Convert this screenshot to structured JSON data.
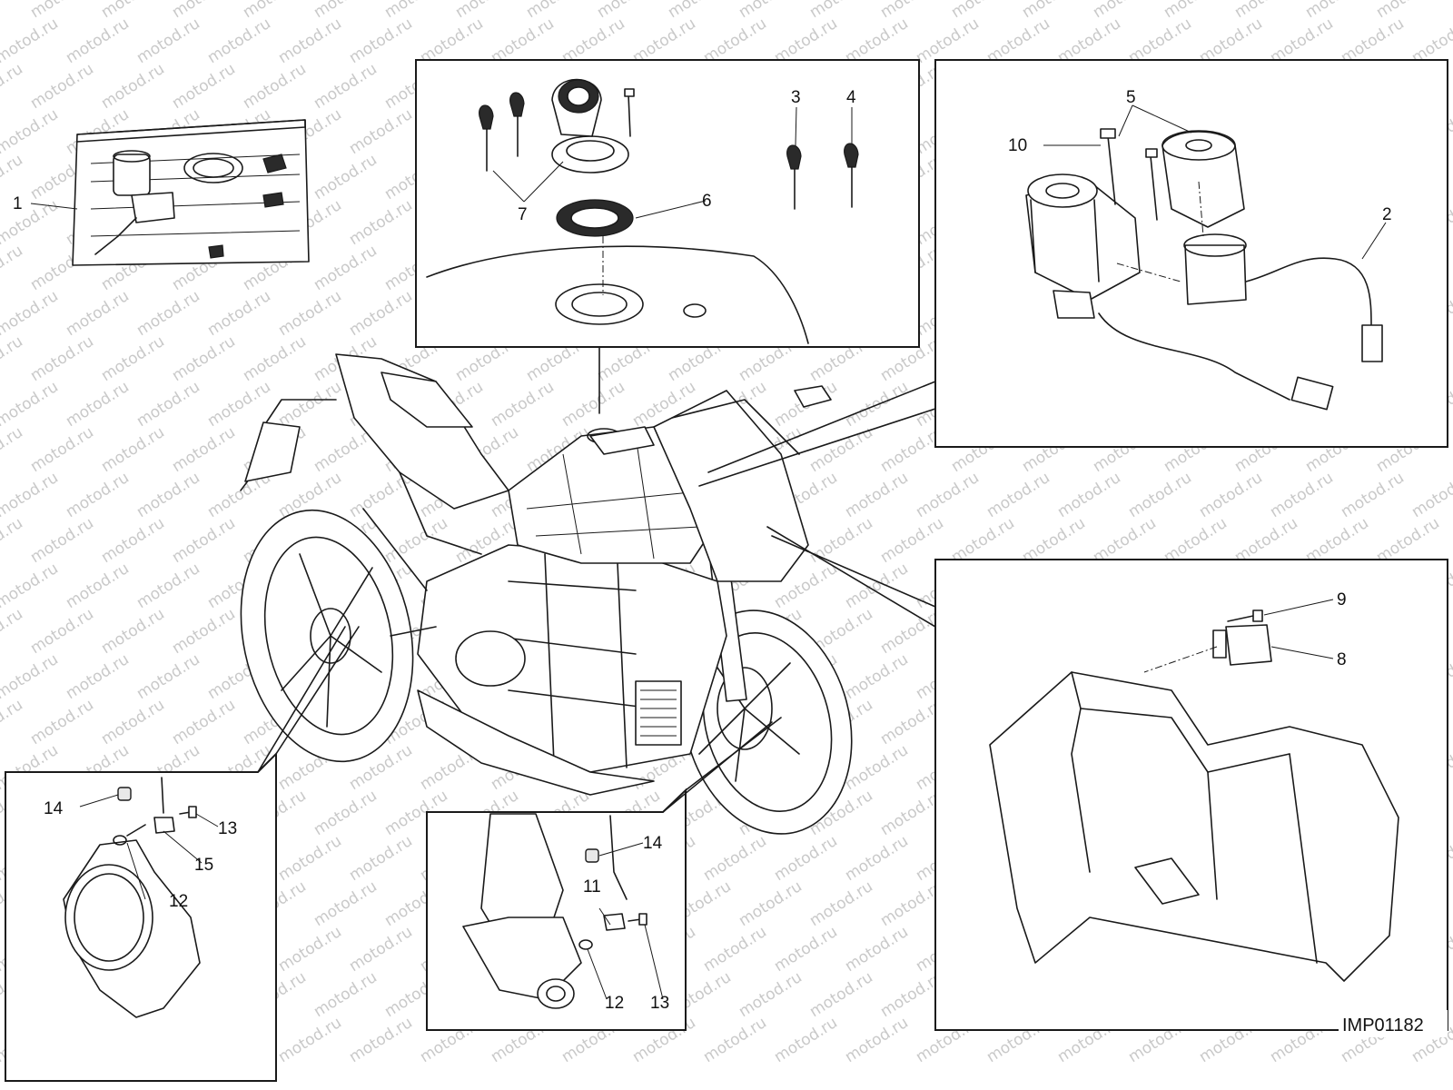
{
  "watermark": {
    "text": "motod.ru",
    "color": "#c9c9c9"
  },
  "drawing_code": "IMP01182",
  "callouts": {
    "c1": "1",
    "c2": "2",
    "c3": "3",
    "c4": "4",
    "c5": "5",
    "c6": "6",
    "c7": "7",
    "c8": "8",
    "c9": "9",
    "c10": "10",
    "c11": "11",
    "c12a": "12",
    "c12b": "12",
    "c13a": "13",
    "c13b": "13",
    "c14a": "14",
    "c14b": "14",
    "c15": "15"
  },
  "colors": {
    "line": "#1a1a1a",
    "background": "#ffffff",
    "shade": "#e9e9e9"
  }
}
